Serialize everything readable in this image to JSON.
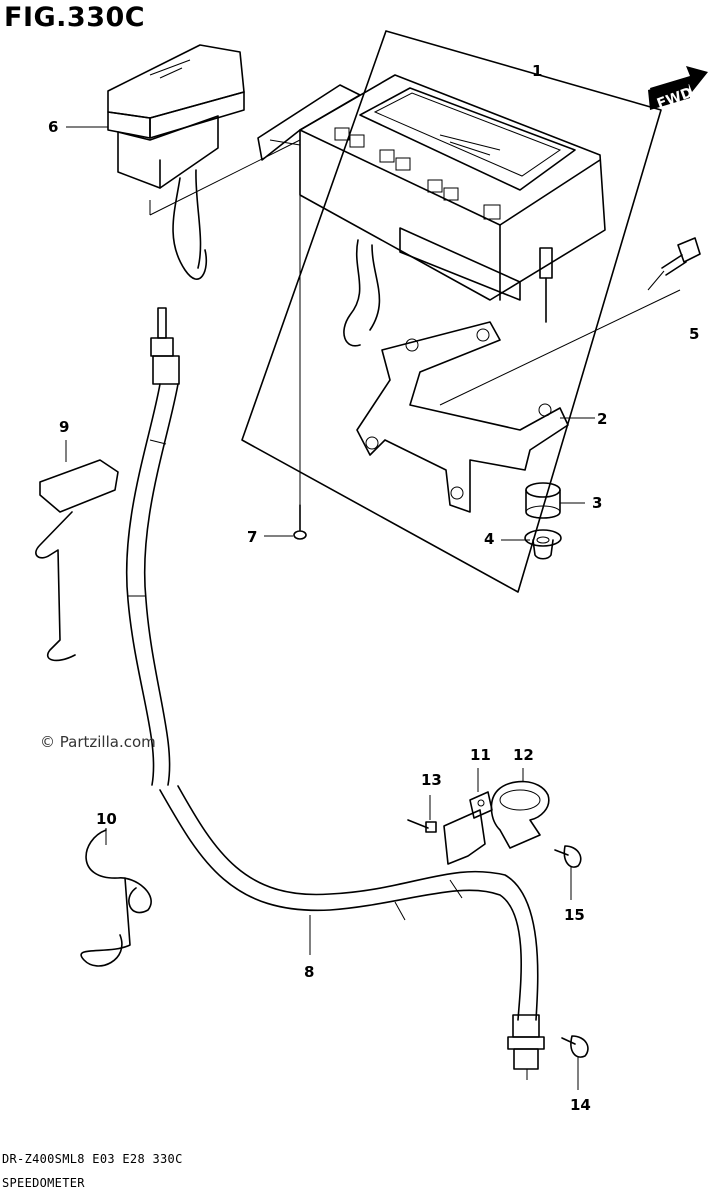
{
  "figure": {
    "title": "FIG.330C",
    "model_code": "DR-Z400SML8  E03  E28  330C",
    "caption": "SPEEDOMETER",
    "watermark": "© Partzilla.com",
    "fwd_label": "FWD"
  },
  "callouts": [
    {
      "id": "callout-1",
      "label": "1"
    },
    {
      "id": "callout-2",
      "label": "2"
    },
    {
      "id": "callout-3",
      "label": "3"
    },
    {
      "id": "callout-4",
      "label": "4"
    },
    {
      "id": "callout-5",
      "label": "5"
    },
    {
      "id": "callout-6",
      "label": "6"
    },
    {
      "id": "callout-7",
      "label": "7"
    },
    {
      "id": "callout-8",
      "label": "8"
    },
    {
      "id": "callout-9",
      "label": "9"
    },
    {
      "id": "callout-10",
      "label": "10"
    },
    {
      "id": "callout-11",
      "label": "11"
    },
    {
      "id": "callout-12",
      "label": "12"
    },
    {
      "id": "callout-13",
      "label": "13"
    },
    {
      "id": "callout-14",
      "label": "14"
    },
    {
      "id": "callout-15",
      "label": "15"
    }
  ]
}
